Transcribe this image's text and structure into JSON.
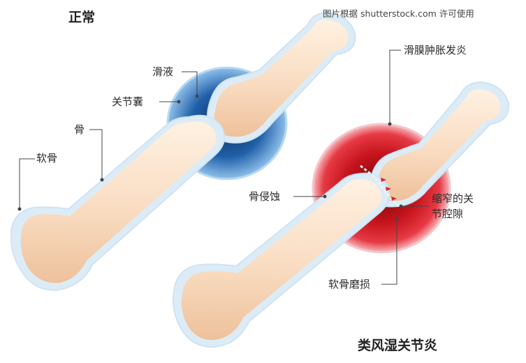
{
  "credit": "图片根据 shutterstock.com 许可使用",
  "normal": {
    "title": "正常",
    "labels": {
      "synovial_fluid": "滑液",
      "joint_capsule": "关节囊",
      "bone": "骨",
      "cartilage": "软骨"
    }
  },
  "ra": {
    "title": "类风湿关节炎",
    "labels": {
      "synovitis": "滑膜肿胀发炎",
      "bone_erosion": "骨侵蚀",
      "narrowed_space_line1": "缩窄的关",
      "narrowed_space_line2": "节腔隙",
      "cartilage_wear": "软骨磨损"
    }
  },
  "colors": {
    "bone_fill": "#f8dcc0",
    "bone_shade": "#f0c6a0",
    "cartilage": "#d8ecf8",
    "capsule_normal": "#3f78c6",
    "capsule_inflamed": "#d8232f",
    "leader": "#444444"
  }
}
